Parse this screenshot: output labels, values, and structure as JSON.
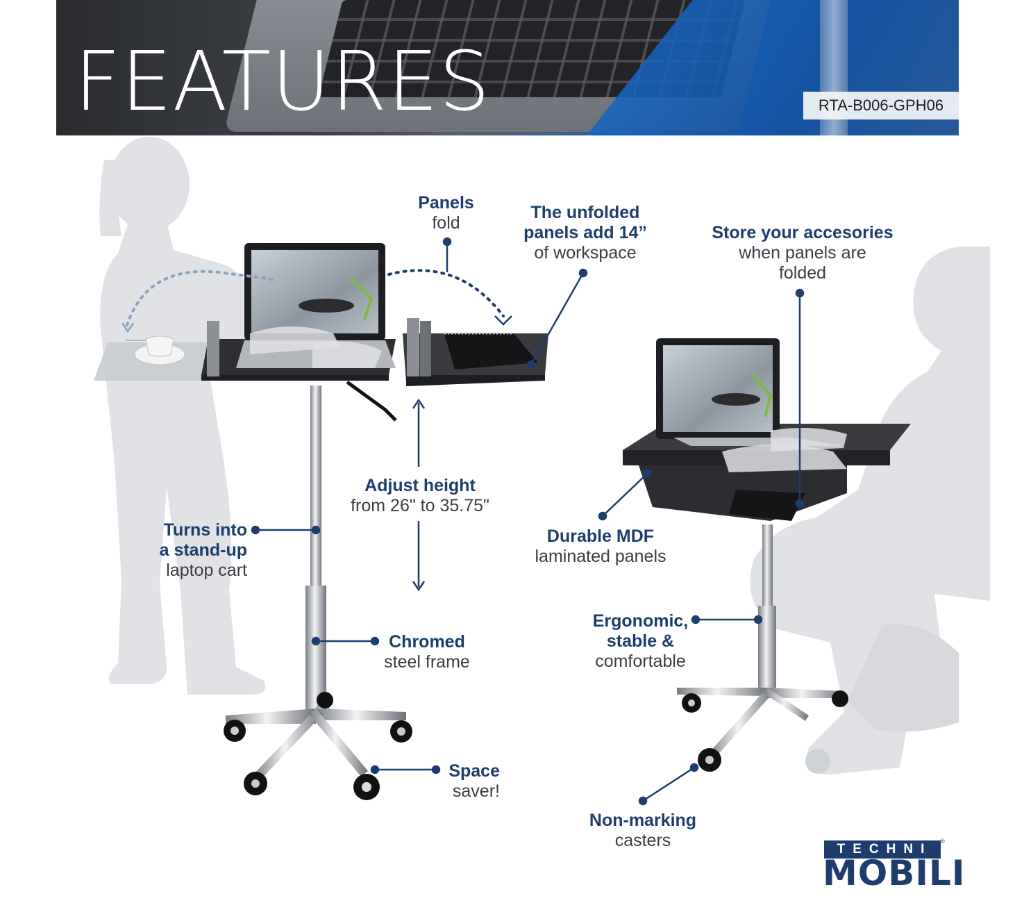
{
  "header": {
    "title": "FEATURES",
    "sku": "RTA-B006-GPH06"
  },
  "callouts": {
    "panels_fold": {
      "bold": "Panels",
      "normal": "fold"
    },
    "unfolded": {
      "bold1": "The unfolded",
      "bold2": "panels add 14”",
      "normal": "of workspace"
    },
    "store": {
      "bold": "Store your accesories",
      "normal1": "when panels are",
      "normal2": "folded"
    },
    "adjust": {
      "bold": "Adjust height",
      "normal": "from 26\" to 35.75\""
    },
    "turns": {
      "bold1": "Turns into",
      "bold2": "a stand-up",
      "normal": "laptop cart"
    },
    "durable": {
      "bold": "Durable MDF",
      "normal": "laminated panels"
    },
    "chromed": {
      "bold": "Chromed",
      "normal": "steel frame"
    },
    "ergonomic": {
      "bold1": "Ergonomic,",
      "bold2": "stable &",
      "normal": "comfortable"
    },
    "space": {
      "bold": "Space",
      "normal": "saver!"
    },
    "casters": {
      "bold": "Non-marking",
      "normal": "casters"
    }
  },
  "logo": {
    "top": "TECHNI",
    "bottom": "MOBILI",
    "mark": "®"
  },
  "colors": {
    "accent": "#1e3d6d",
    "silhouette": "#dfe1e4",
    "desktop": "#3a3b3e"
  }
}
